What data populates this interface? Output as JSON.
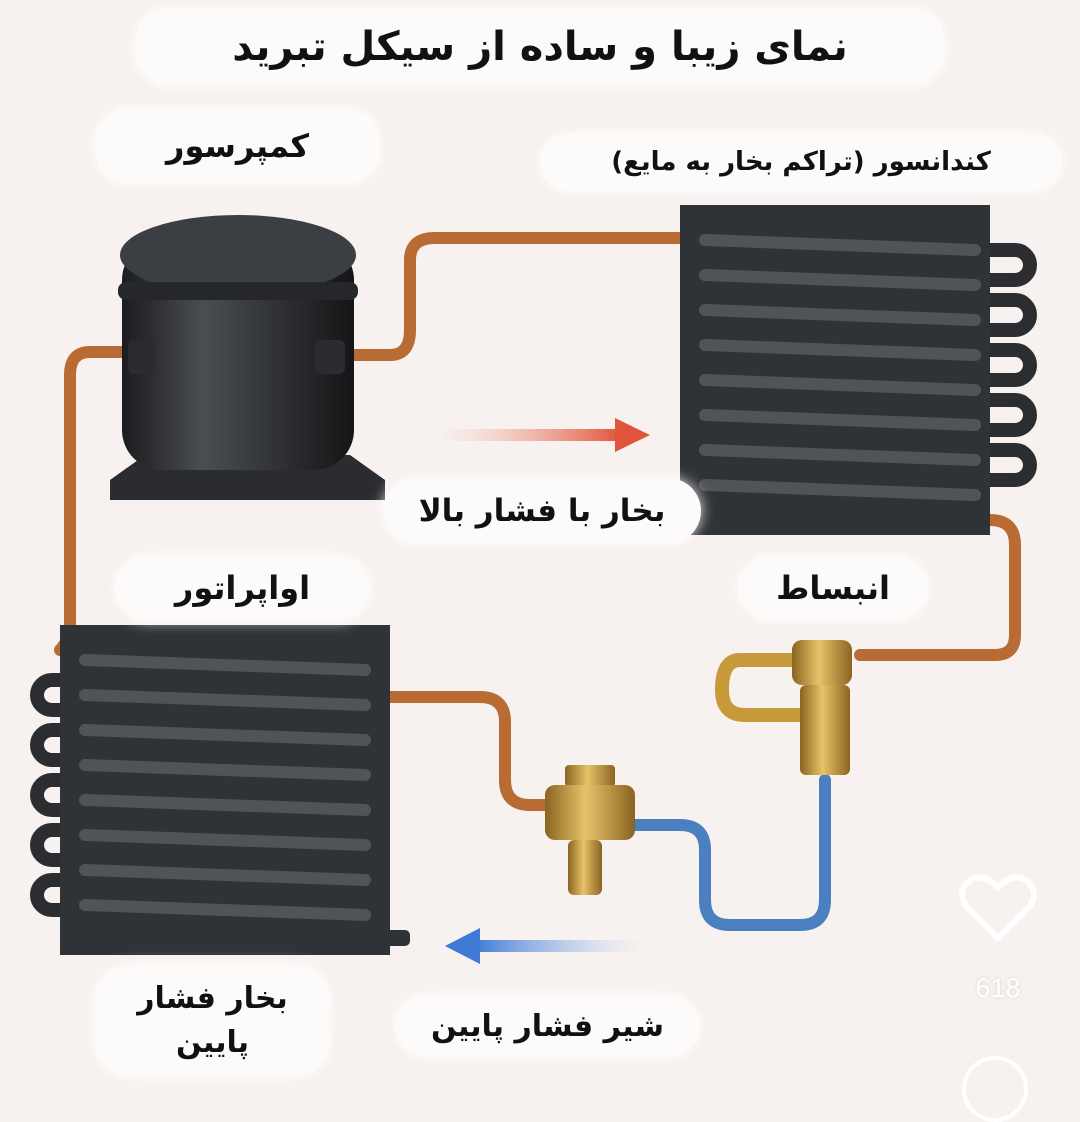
{
  "title": "نمای زیبا و ساده از سیکل تبرید",
  "labels": {
    "compressor": "کمپرسور",
    "condenser": "کندانسور (تراکم بخار به مایع)",
    "high_pressure_vapor": "بخار با فشار بالا",
    "expansion": "انبساط",
    "evaporator": "اواپراتور",
    "low_pressure_valve": "شیر فشار پایین",
    "low_pressure_vapor_line1": "بخار فشار",
    "low_pressure_vapor_line2": "پایین"
  },
  "overlay": {
    "like_icon": "heart-icon",
    "like_count": "618"
  },
  "colors": {
    "background": "#f7f1ef",
    "copper": "#c47a3c",
    "cold_pipe": "#4a7fc0",
    "hot_arrow": "#e0553a",
    "cold_arrow": "#3f7ad6",
    "brass": "#c69a3a",
    "metal": "#2f3236"
  }
}
